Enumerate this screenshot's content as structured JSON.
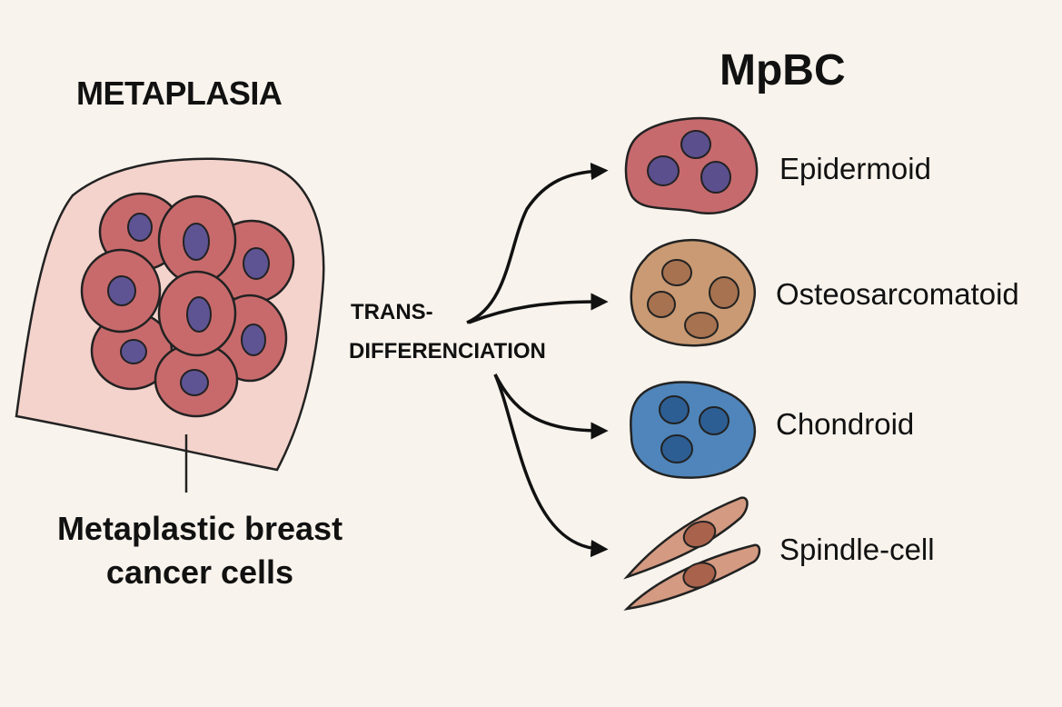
{
  "titles": {
    "left": "METAPLASIA",
    "right": "MpBC"
  },
  "process": {
    "line1": "TRANS-",
    "line2": "DIFFERENCIATION"
  },
  "caption": "Metaplastic breast cancer cells",
  "cell_types": [
    {
      "label": "Epidermoid",
      "icon": "epidermoid-cell-icon",
      "cell_color": "#c66a6e",
      "nucleus_color": "#5c4f8e"
    },
    {
      "label": "Osteosarcomatoid",
      "icon": "osteosarcomatoid-cell-icon",
      "cell_color": "#c99a73",
      "nucleus_color": "#a67250"
    },
    {
      "label": "Chondroid",
      "icon": "chondroid-cell-icon",
      "cell_color": "#4f85ba",
      "nucleus_color": "#2d5e93"
    },
    {
      "label": "Spindle-cell",
      "icon": "spindle-cell-icon",
      "cell_color": "#d49a82",
      "nucleus_color": "#a9624b"
    }
  ],
  "colors": {
    "background": "#f8f3ec",
    "tissue": "#f3d3cc",
    "tumor_cell": "#c86a6c",
    "tumor_nucleus": "#5e5494"
  }
}
